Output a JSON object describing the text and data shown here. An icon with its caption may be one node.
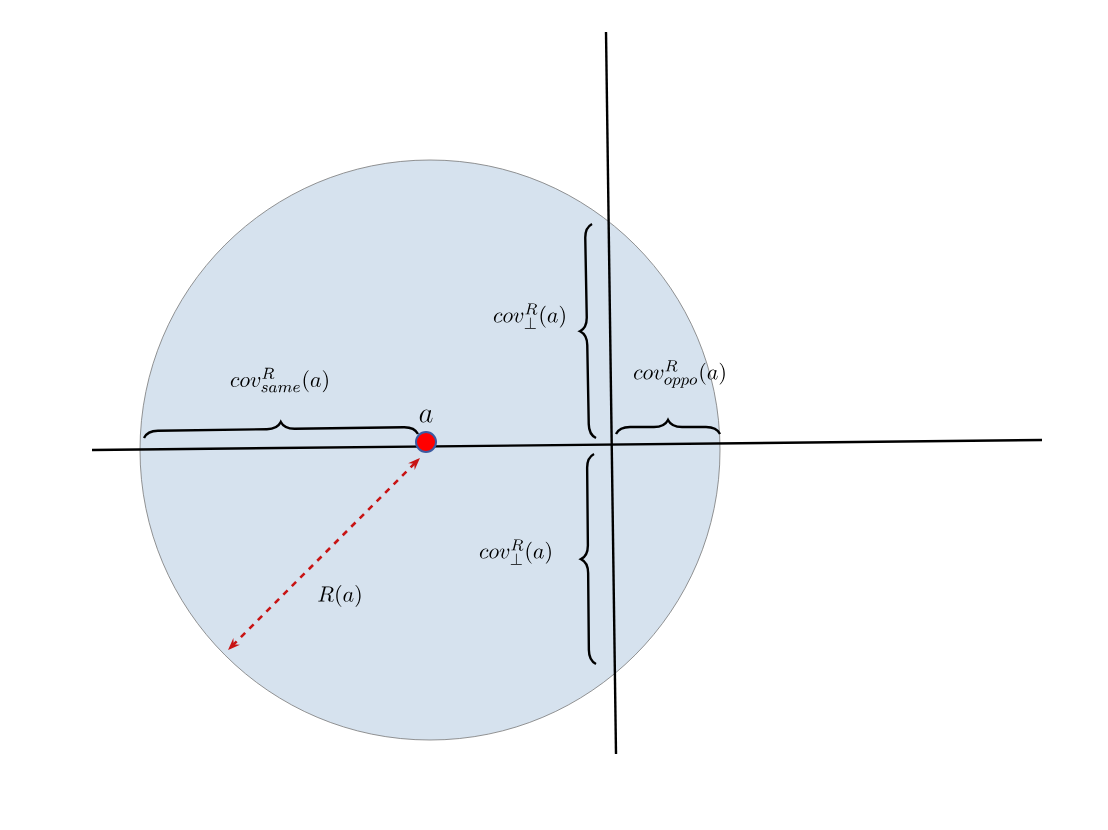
{
  "diagram": {
    "labels": [
      "cov^R_{\\perp}(a)",
      "cov^R_{oppo}(a)",
      "cov^R_{same}(a)",
      "a",
      "cov^R_{\\perp}(a)",
      "R(a)"
    ]
  }
}
